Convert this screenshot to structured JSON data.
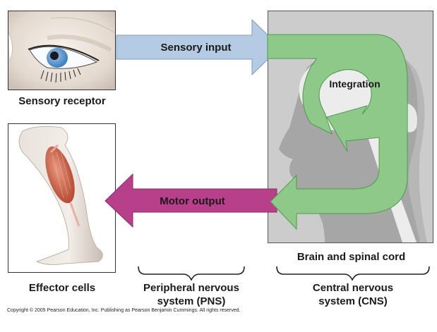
{
  "diagram": {
    "title": "Overview of nervous system function",
    "nodes": {
      "sensory_receptor": {
        "label": "Sensory receptor",
        "illustration": "eye-icon"
      },
      "effector_cells": {
        "label": "Effector cells",
        "illustration": "leg-muscle-icon"
      },
      "cns_box": {
        "label": "Brain and spinal cord",
        "illustration": "head-silhouette-icon"
      }
    },
    "arrows": {
      "sensory_input": {
        "label": "Sensory input",
        "color": "#b4cbe3",
        "direction": "right"
      },
      "integration": {
        "label": "Integration",
        "color": "#8fc98a",
        "direction": "loop"
      },
      "motor_output": {
        "label": "Motor output",
        "color": "#b8408a",
        "direction": "left"
      }
    },
    "braces": {
      "pns": {
        "label_line1": "Peripheral nervous",
        "label_line2": "system (PNS)"
      },
      "cns": {
        "label_line1": "Central nervous",
        "label_line2": "system (CNS)"
      }
    },
    "colors": {
      "cns_background": "#cccccc",
      "silhouette": "#a8a8a8",
      "brain_light": "#eeeeee",
      "green_stroke": "#4e9a4c",
      "blue_stroke": "#7d9dc0",
      "magenta_stroke": "#8a2a66"
    },
    "copyright": "Copyright © 2005 Pearson Education, Inc. Publishing as Pearson Benjamin Cummings. All rights reserved."
  }
}
